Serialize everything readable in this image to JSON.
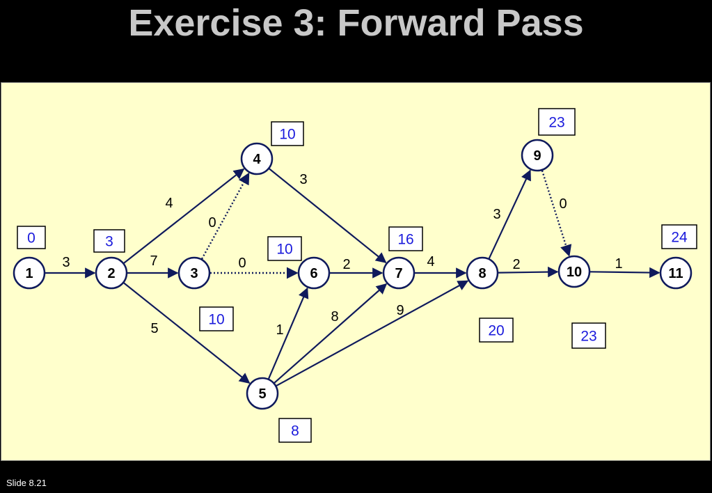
{
  "slide": {
    "title": "Exercise 3: Forward Pass",
    "footer": "Slide 8.21"
  },
  "nodes": [
    {
      "id": "1"
    },
    {
      "id": "2"
    },
    {
      "id": "3"
    },
    {
      "id": "4"
    },
    {
      "id": "5"
    },
    {
      "id": "6"
    },
    {
      "id": "7"
    },
    {
      "id": "8"
    },
    {
      "id": "9"
    },
    {
      "id": "10"
    },
    {
      "id": "11"
    }
  ],
  "edges": [
    {
      "from": "1",
      "to": "2",
      "duration": "3",
      "dummy": false
    },
    {
      "from": "2",
      "to": "3",
      "duration": "7",
      "dummy": false
    },
    {
      "from": "2",
      "to": "4",
      "duration": "4",
      "dummy": false
    },
    {
      "from": "2",
      "to": "5",
      "duration": "5",
      "dummy": false
    },
    {
      "from": "3",
      "to": "4",
      "duration": "0",
      "dummy": true
    },
    {
      "from": "3",
      "to": "6",
      "duration": "0",
      "dummy": true
    },
    {
      "from": "4",
      "to": "7",
      "duration": "3",
      "dummy": false
    },
    {
      "from": "5",
      "to": "6",
      "duration": "1",
      "dummy": false
    },
    {
      "from": "5",
      "to": "7",
      "duration": "8",
      "dummy": false
    },
    {
      "from": "5",
      "to": "8",
      "duration": "9",
      "dummy": false
    },
    {
      "from": "6",
      "to": "7",
      "duration": "2",
      "dummy": false
    },
    {
      "from": "7",
      "to": "8",
      "duration": "4",
      "dummy": false
    },
    {
      "from": "8",
      "to": "9",
      "duration": "3",
      "dummy": false
    },
    {
      "from": "8",
      "to": "10",
      "duration": "2",
      "dummy": false
    },
    {
      "from": "9",
      "to": "10",
      "duration": "0",
      "dummy": true
    },
    {
      "from": "10",
      "to": "11",
      "duration": "1",
      "dummy": false
    }
  ],
  "earliest_times": [
    {
      "node": "1",
      "value": "0"
    },
    {
      "node": "2",
      "value": "3"
    },
    {
      "node": "3",
      "value": "10"
    },
    {
      "node": "4",
      "value": "10"
    },
    {
      "node": "5",
      "value": "8"
    },
    {
      "node": "6",
      "value": "10"
    },
    {
      "node": "7",
      "value": "16"
    },
    {
      "node": "8",
      "value": "20"
    },
    {
      "node": "9",
      "value": "23"
    },
    {
      "node": "10",
      "value": "23"
    },
    {
      "node": "11",
      "value": "24"
    }
  ],
  "colors": {
    "background": "#000000",
    "panel": "#ffffcc",
    "title": "#c8c8c8",
    "edge": "#0f1a5c",
    "time_text": "#1a1adc"
  }
}
